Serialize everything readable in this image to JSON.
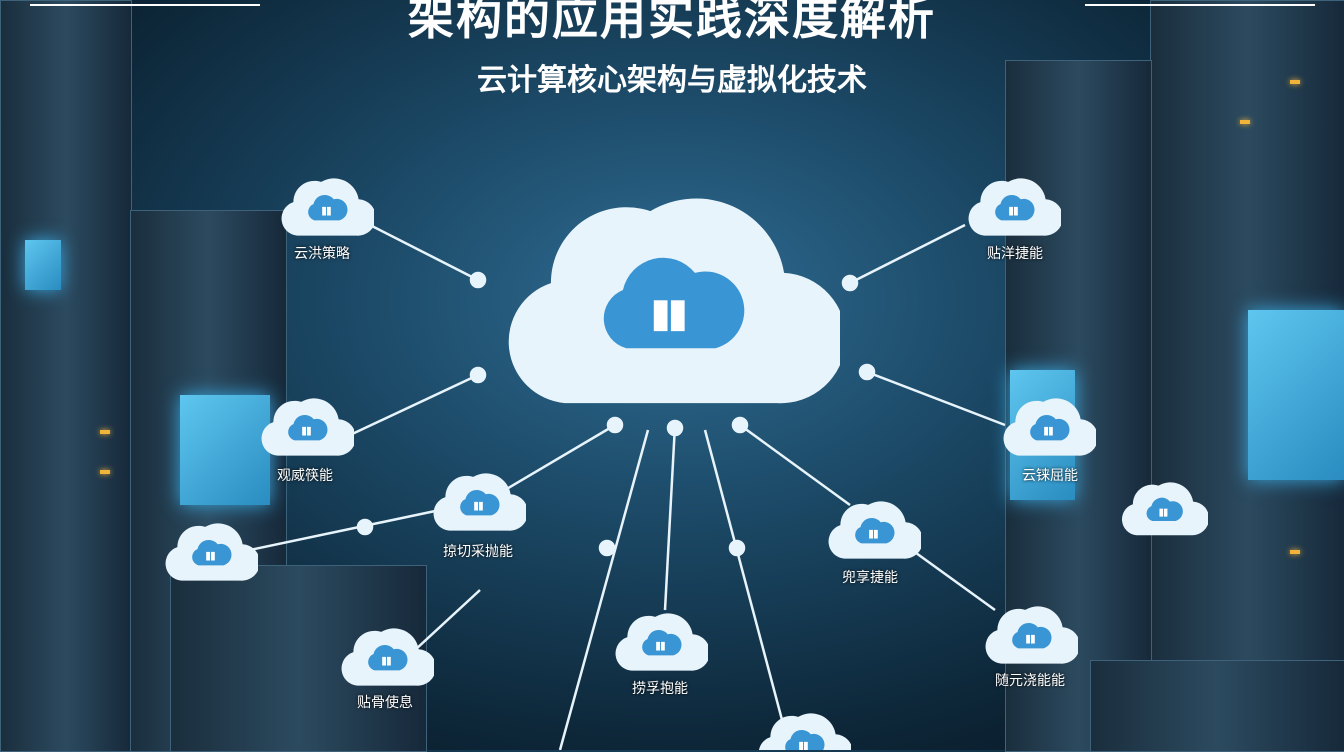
{
  "title": "架构的应用实践深度解析",
  "subtitle": "云计算核心架构与虚拟化技术",
  "central_node": {
    "icon": "cloud-blocks-icon"
  },
  "nodes": [
    {
      "label": "云洪策略"
    },
    {
      "label": "贴洋捷能"
    },
    {
      "label": "观威筷能"
    },
    {
      "label": "云铼屈能"
    },
    {
      "label": "掠切采抛能"
    },
    {
      "label": "兜享捷能"
    },
    {
      "label": "贴骨使息"
    },
    {
      "label": "捞孚抱能"
    },
    {
      "label": "随元浇能能"
    }
  ],
  "colors": {
    "accent": "#3a95d4",
    "cloud": "#e8f4fb",
    "bg": "#1b4865"
  }
}
